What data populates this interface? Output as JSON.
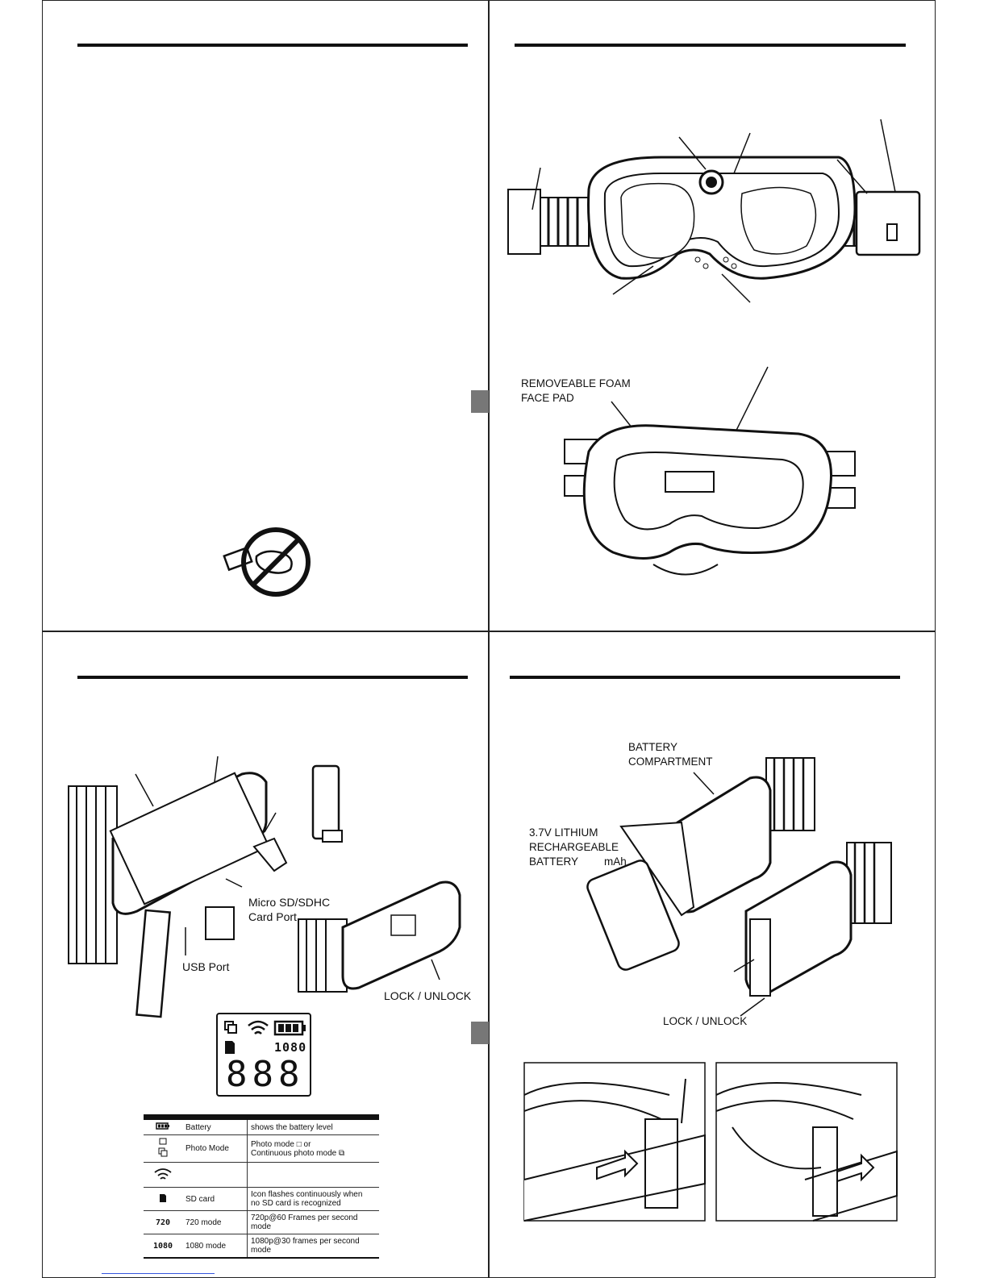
{
  "panels": {
    "top_right": {
      "face_pad_label": [
        "REMOVEABLE FOAM",
        "FACE PAD"
      ]
    },
    "bottom_left": {
      "sd_port_label": [
        "Micro SD/SDHC",
        "Card Port"
      ],
      "usb_port_label": "USB Port",
      "lock_label": "LOCK / UNLOCK",
      "lcd": {
        "resolution_text": "1080",
        "counter_text": "888"
      },
      "legend": [
        {
          "icon": "battery-icon",
          "name": "Battery",
          "desc": [
            "shows the battery level"
          ]
        },
        {
          "icon": "photo-mode-icon",
          "name": "Photo Mode",
          "desc": [
            "Photo mode",
            "Continuous photo mode"
          ],
          "desc_suffix": "or"
        },
        {
          "icon": "wifi-icon",
          "name": "",
          "desc": []
        },
        {
          "icon": "sd-card-icon",
          "name": "SD card",
          "desc": [
            "Icon flashes continuously when",
            "no SD card is recognized"
          ]
        },
        {
          "icon_text": "720",
          "name": "720 mode",
          "desc": [
            "720p@60 Frames per second mode"
          ]
        },
        {
          "icon_text": "1080",
          "name": "1080 mode",
          "desc": [
            "1080p@30 frames per second mode"
          ]
        }
      ]
    },
    "bottom_right": {
      "compartment_label": [
        "BATTERY",
        "COMPARTMENT"
      ],
      "battery_label": [
        "3.7V LITHIUM",
        "RECHARGEABLE",
        "BATTERY"
      ],
      "battery_unit": "mAh",
      "lock_label": "LOCK / UNLOCK"
    }
  }
}
